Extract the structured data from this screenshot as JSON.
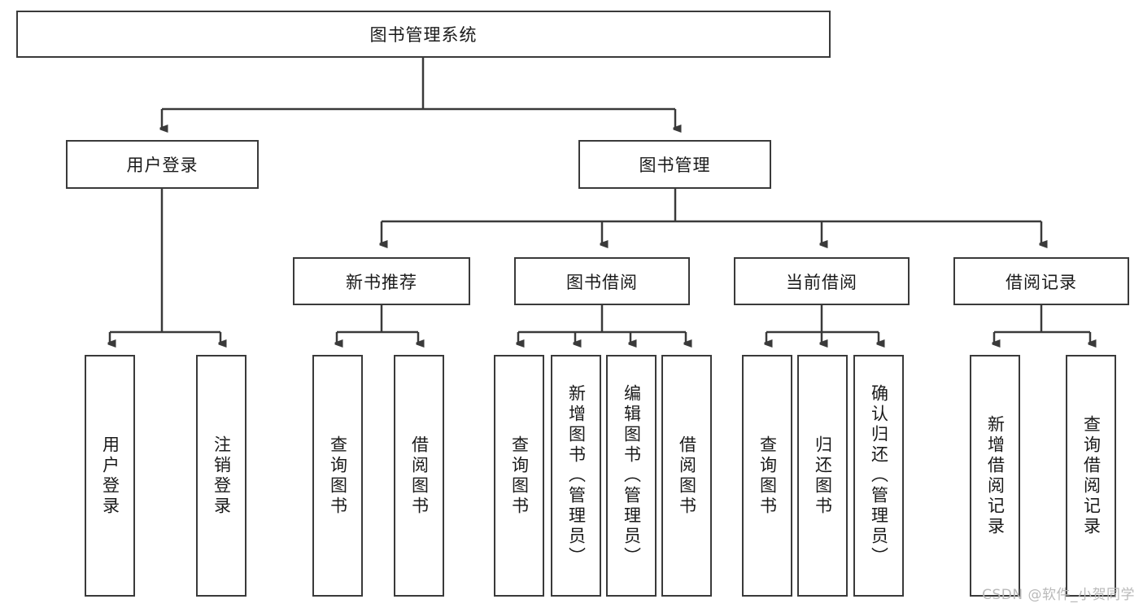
{
  "diagram": {
    "title": "图书管理系统",
    "type": "tree",
    "watermark": "CSDN @软件_小贺同学",
    "colors": {
      "stroke": "#3a3a3a",
      "fill": "#ffffff",
      "text": "#1a1a1a",
      "watermark": "#b9b9b9"
    },
    "nodes": {
      "root": {
        "label": "图书管理系统"
      },
      "level2": [
        {
          "id": "user-login",
          "label": "用户登录"
        },
        {
          "id": "book-manage",
          "label": "图书管理"
        }
      ],
      "level3": [
        {
          "id": "new-book-recommend",
          "label": "新书推荐"
        },
        {
          "id": "book-borrow",
          "label": "图书借阅"
        },
        {
          "id": "current-borrow",
          "label": "当前借阅"
        },
        {
          "id": "borrow-record",
          "label": "借阅记录"
        }
      ],
      "leaves": {
        "user-login": [
          {
            "id": "leaf-user-login",
            "label": "用户登录"
          },
          {
            "id": "leaf-logout-login",
            "label": "注销登录"
          }
        ],
        "new-book-recommend": [
          {
            "id": "leaf-query-book-1",
            "label": "查询图书"
          },
          {
            "id": "leaf-borrow-book-1",
            "label": "借阅图书"
          }
        ],
        "book-borrow": [
          {
            "id": "leaf-query-book-2",
            "label": "查询图书"
          },
          {
            "id": "leaf-add-book",
            "label": "新增图书（管理员）"
          },
          {
            "id": "leaf-edit-book",
            "label": "编辑图书（管理员）"
          },
          {
            "id": "leaf-borrow-book-2",
            "label": "借阅图书"
          }
        ],
        "current-borrow": [
          {
            "id": "leaf-query-book-3",
            "label": "查询图书"
          },
          {
            "id": "leaf-return-book",
            "label": "归还图书"
          },
          {
            "id": "leaf-confirm-return",
            "label": "确认归还（管理员）"
          }
        ],
        "borrow-record": [
          {
            "id": "leaf-add-record",
            "label": "新增借阅记录"
          },
          {
            "id": "leaf-query-record",
            "label": "查询借阅记录"
          }
        ]
      }
    }
  }
}
